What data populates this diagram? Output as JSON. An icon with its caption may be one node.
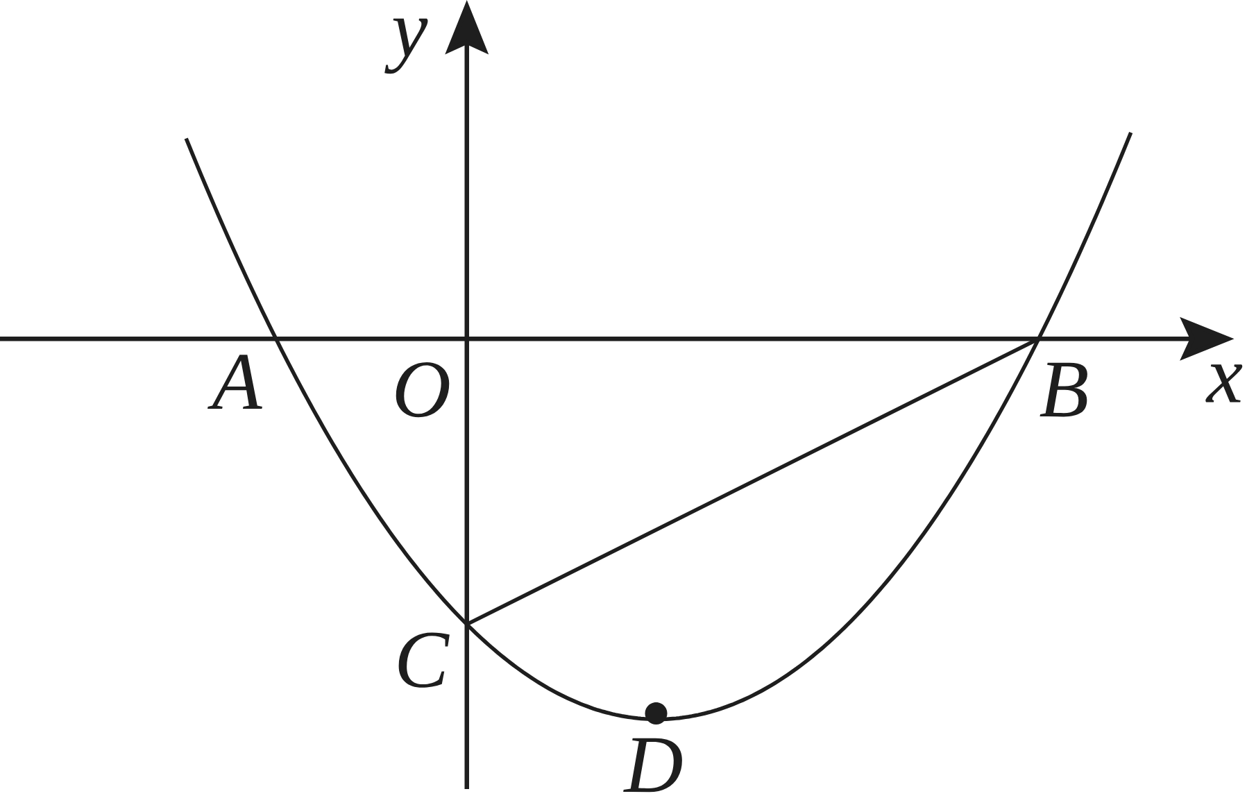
{
  "diagram": {
    "labels": [
      "y",
      "A",
      "O",
      "B",
      "x",
      "C",
      "D"
    ]
  }
}
